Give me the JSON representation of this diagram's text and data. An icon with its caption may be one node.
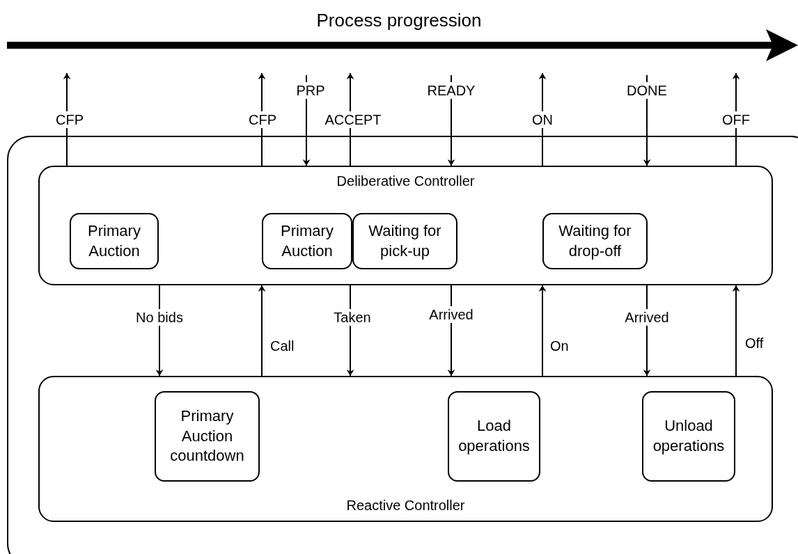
{
  "diagram": {
    "title": "Process progression",
    "nodes": [
      {
        "text": [],
        "shape": "box"
      },
      {
        "text": [
          "Deliberative Controller"
        ],
        "in": 0
      },
      {
        "text": [
          "Primary Auction"
        ],
        "in": 1
      },
      {
        "text": [
          "Primary Auction"
        ],
        "in": 1
      },
      {
        "text": [
          "Waiting for pick-up"
        ],
        "in": 1
      },
      {
        "text": [
          "Waiting for drop-off"
        ],
        "in": 1
      },
      {
        "text": [
          "Reactive Controller"
        ],
        "in": 0
      },
      {
        "text": [
          "Primary Auction countdown"
        ],
        "in": 6
      },
      {
        "text": [
          "Load operations"
        ],
        "in": 6
      },
      {
        "text": [
          "Unload operations"
        ],
        "in": 6
      }
    ],
    "edges": [
      {
        "from": 1,
        "to": null,
        "arrow": "to",
        "label": "CFP"
      },
      {
        "from": 1,
        "to": null,
        "arrow": "to",
        "label": "CFP"
      },
      {
        "from": null,
        "to": 1,
        "arrow": "to",
        "label": "PRP"
      },
      {
        "from": 1,
        "to": null,
        "arrow": "to",
        "label": "ACCEPT"
      },
      {
        "from": null,
        "to": 1,
        "arrow": "to",
        "label": "READY"
      },
      {
        "from": 1,
        "to": null,
        "arrow": "to",
        "label": "ON"
      },
      {
        "from": null,
        "to": 1,
        "arrow": "to",
        "label": "DONE"
      },
      {
        "from": 1,
        "to": null,
        "arrow": "to",
        "label": "OFF"
      },
      {
        "from": 1,
        "to": 6,
        "arrow": "to",
        "label": "No bids"
      },
      {
        "from": 6,
        "to": 1,
        "arrow": "to",
        "label": "Call"
      },
      {
        "from": 1,
        "to": 6,
        "arrow": "to",
        "label": "Taken"
      },
      {
        "from": 1,
        "to": 6,
        "arrow": "to",
        "label": "Arrived"
      },
      {
        "from": 6,
        "to": 1,
        "arrow": "to",
        "label": "On"
      },
      {
        "from": 1,
        "to": 6,
        "arrow": "to",
        "label": "Arrived"
      },
      {
        "from": 6,
        "to": 1,
        "arrow": "to",
        "label": "Off"
      }
    ]
  }
}
